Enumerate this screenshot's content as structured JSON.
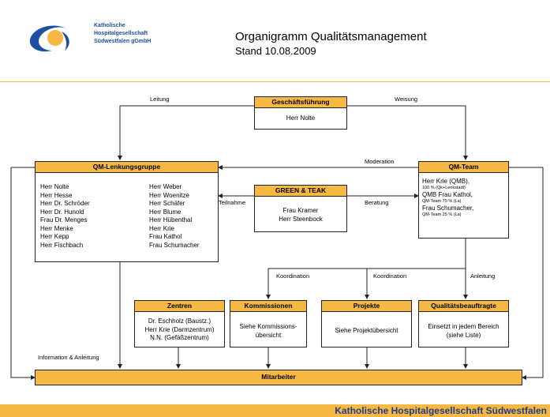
{
  "logo": {
    "line1": "Katholische",
    "line2": "Hospitalgesellschaft",
    "line3": "Südwestfalen gGmbH"
  },
  "title": {
    "main": "Organigramm Qualitätsmanagement",
    "sub": "Stand 10.08.2009"
  },
  "boxes": {
    "geschaeftsfuehrung": {
      "title": "Geschäftsführung",
      "body": "Herr Nolte"
    },
    "lenkungsgruppe": {
      "title": "QM-Lenkungsgruppe",
      "col1": [
        "Herr Nolte",
        "Herr Hesse",
        "Herr Dr. Schröder",
        "Herr Dr. Hunold",
        "Frau Dr. Menges",
        "Herr Menke",
        "Herr Kepp",
        "Herr Fischbach"
      ],
      "col2": [
        "Herr Weber",
        "Herr Woenitze",
        "Herr Schäfer",
        "Herr Blume",
        "Herr Hübenthal",
        "Herr Krie",
        "Frau Kathol",
        "Frau Schumacher"
      ]
    },
    "greenteam": {
      "title": "GREEN & TEAK",
      "lines": [
        "Frau Kramer",
        "Herr Steenbock"
      ]
    },
    "qmteam": {
      "title": "QM-Team",
      "lines": [
        {
          "text": "Herr Krie (QMB),",
          "size": "big"
        },
        {
          "text": "100 % (Qk+Lenkstadt)",
          "size": "small"
        },
        {
          "text": "QMB Frau Kathol,",
          "size": "big"
        },
        {
          "text": "QM-Team 75 % (La)",
          "size": "small"
        },
        {
          "text": "Frau Schumacher,",
          "size": "big"
        },
        {
          "text": "QM-Team 25 % (La)",
          "size": "small"
        }
      ]
    },
    "zentren": {
      "title": "Zentren",
      "lines": [
        "Dr. Eschholz (Baustz.)",
        "Herr Krie (Darmzentrum)",
        "N.N. (Gefäßzentrum)"
      ]
    },
    "kommissionen": {
      "title": "Kommissionen",
      "lines": [
        "Siehe Kommissions-",
        "übersicht"
      ]
    },
    "projekte": {
      "title": "Projekte",
      "lines": [
        "Siehe Projektübersicht"
      ]
    },
    "beauftragte": {
      "title": "Qualitätsbeauftragte",
      "lines": [
        "Einsetzt in jedem Bereich",
        "(siehe Liste)"
      ]
    },
    "mitarbeiter": {
      "title": "Mitarbeiter"
    }
  },
  "labels": {
    "leitung": "Leitung",
    "weisung": "Weisung",
    "moderation": "Moderation",
    "teilnahme": "Teilnahme",
    "beratung": "Beratung",
    "koordination1": "Koordination",
    "koordination2": "Koordination",
    "anleitung": "Anleitung",
    "information": "Information & Anleitung"
  },
  "footer": {
    "text": "Katholische Hospitalgesellschaft Südwestfalen"
  },
  "colors": {
    "accent": "#f5b843",
    "footer_bg": "#f5b843",
    "footer_text": "#1f3a8a",
    "logo_blue": "#1e4fa0"
  }
}
